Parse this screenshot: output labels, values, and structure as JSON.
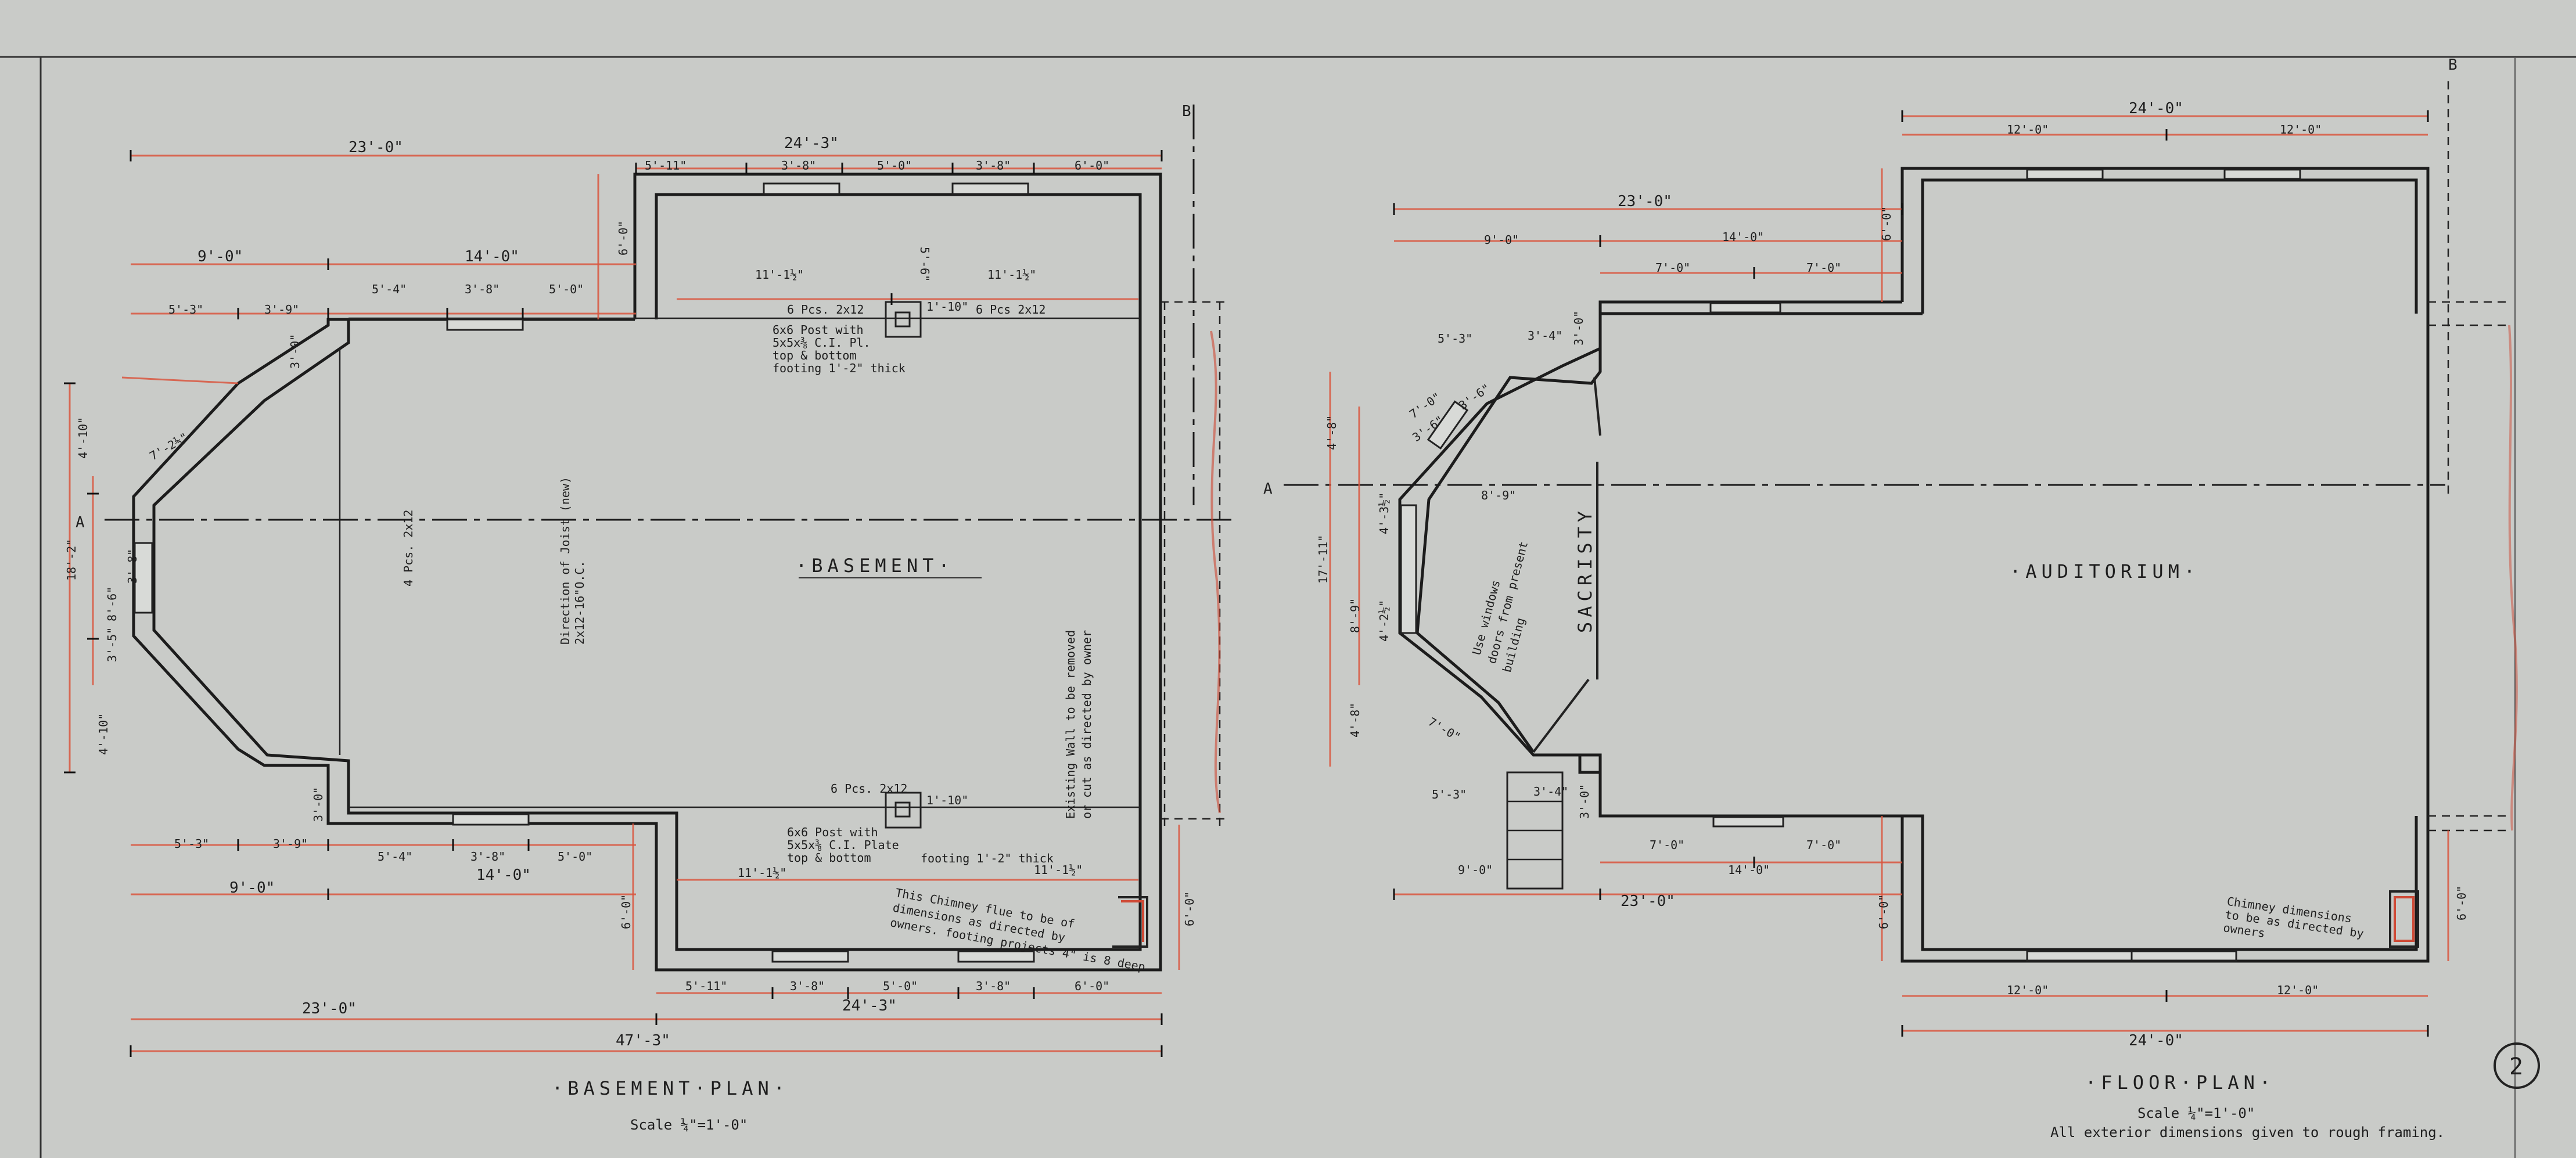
{
  "section_marks": {
    "a": "A",
    "b": "B"
  },
  "sheet_number": "2",
  "basement": {
    "room_label": "·BASEMENT·",
    "plan_title": "·BASEMENT·PLAN·",
    "scale": "Scale ¼\"=1'-0\"",
    "dims": {
      "d1": "23'-0\"",
      "d2": "24'-3\"",
      "d3": "5'-11\"",
      "d4": "3'-8\"",
      "d5": "5'-0\"",
      "d6": "3'-8\"",
      "d7": "6'-0\"",
      "d8": "9'-0\"",
      "d9": "14'-0\"",
      "d10": "6'-0\"",
      "d11": "5'-3\"",
      "d12": "3'-9\"",
      "d13": "5'-4\"",
      "d14": "3'-8\"",
      "d15": "5'-0\"",
      "d16": "11'-1½\"",
      "d17": "11'-1½\"",
      "d18": "5'-6\"",
      "d19": "3'-0\"",
      "d20": "7'-2½\"",
      "d21": "4'-10\"",
      "d22": "18'-2\"",
      "d23": "3'-5\"",
      "d24": "8'-6\"",
      "d25": "3'-8\"",
      "d26": "4'-10\"",
      "d27": "3'-0\"",
      "d28": "5'-3\"",
      "d29": "3'-9\"",
      "d30": "9'-0\"",
      "d31": "5'-4\"",
      "d32": "3'-8\"",
      "d33": "5'-0\"",
      "d34": "14'-0\"",
      "d35": "11'-1½\"",
      "d36": "11'-1½\"",
      "d37": "6'-0\"",
      "d38": "6'-0\"",
      "d39": "5'-11\"",
      "d40": "3'-8\"",
      "d41": "5'-0\"",
      "d42": "3'-8\"",
      "d43": "6'-0\"",
      "d44": "24'-3\"",
      "d45": "23'-0\"",
      "d46": "47'-3\""
    },
    "notes": {
      "n1": "6 Pcs. 2x12",
      "n2": "6 Pcs 2x12",
      "n3": "6x6 Post with",
      "n4": "5x5x⅜ C.I. Pl.",
      "n5": "top & bottom",
      "n6": "footing 1'-2\" thick",
      "n7": "4 Pcs. 2x12",
      "n8": "Direction of Joist (new)",
      "n9": "2x12-16\"O.C.",
      "n10": "6 Pcs. 2x12",
      "n11": "6x6 Post with",
      "n12": "5x5x⅜ C.I. Plate",
      "n13": "top & bottom",
      "n14": "footing 1'-2\" thick",
      "n15": "This Chimney flue to be of",
      "n16": "dimensions as directed by",
      "n17": "owners. footing projects 4\" is 8 deep",
      "n18": "Existing Wall to be removed",
      "n19": "or cut as directed by owner",
      "n20": "1'-10\"",
      "n21": "1'-10\""
    }
  },
  "floor": {
    "room_label": "·AUDITORIUM·",
    "sacristy": "SACRISTY",
    "plan_title": "·FLOOR·PLAN·",
    "scale": "Scale ¼\"=1'-0\"",
    "note": "All exterior dimensions given to rough framing.",
    "dims": {
      "f1": "24'-0\"",
      "f2": "12'-0\"",
      "f3": "12'-0\"",
      "f4": "23'-0\"",
      "f5": "9'-0\"",
      "f6": "14'-0\"",
      "f7": "7'-0\"",
      "f8": "7'-0\"",
      "f9": "6'-0\"",
      "f10": "5'-3\"",
      "f11": "3'-4\"",
      "f12": "3'-0\"",
      "f13": "7'-0\"",
      "f14": "3'-6\"",
      "f15": "3'-6\"",
      "f16": "4'-8\"",
      "f17": "17'-11\"",
      "f18": "8'-9\"",
      "f19": "4'-3½\"",
      "f20": "8'-9\"",
      "f21": "4'-2½\"",
      "f22": "4'-8\"",
      "f23": "7'-0\"",
      "f24": "5'-3\"",
      "f25": "3'-4\"",
      "f26": "3'-0\"",
      "f27": "9'-0\"",
      "f28": "7'-0\"",
      "f29": "7'-0\"",
      "f30": "14'-0\"",
      "f31": "23'-0\"",
      "f32": "6'-0\"",
      "f33": "6'-0\"",
      "f34": "12'-0\"",
      "f35": "12'-0\"",
      "f36": "24'-0\""
    },
    "notes": {
      "g1": "Use windows",
      "g2": "doors from present",
      "g3": "building",
      "g4": "Chimney dimensions",
      "g5": "to be as directed by",
      "g6": "owners"
    }
  }
}
